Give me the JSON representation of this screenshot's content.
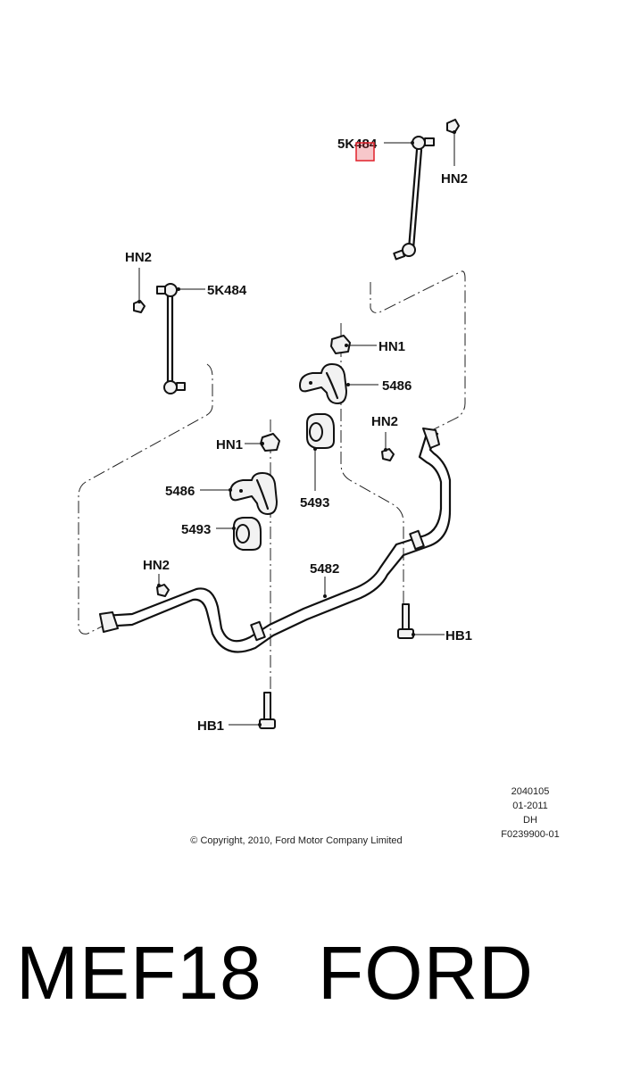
{
  "diagram": {
    "labels": {
      "link_right": "5K484",
      "link_left": "5K484",
      "hn2_top": "HN2",
      "hn2_left": "HN2",
      "hn2_right": "HN2",
      "hn2_bottom": "HN2",
      "hn1_right": "HN1",
      "hn1_left": "HN1",
      "bracket_right": "5486",
      "bracket_left": "5486",
      "bushing_right": "5493",
      "bushing_left": "5493",
      "bar": "5482",
      "hb1_right": "HB1",
      "hb1_left": "HB1"
    },
    "meta": {
      "line1": "2040105",
      "line2": "01-2011",
      "line3": "DH",
      "line4": "F0239900-01"
    },
    "copyright": "© Copyright, 2010, Ford Motor Company Limited"
  },
  "footer": {
    "code": "MEF18",
    "brand": "FORD"
  },
  "colors": {
    "highlight": "#e0202a",
    "ink": "#111111"
  }
}
